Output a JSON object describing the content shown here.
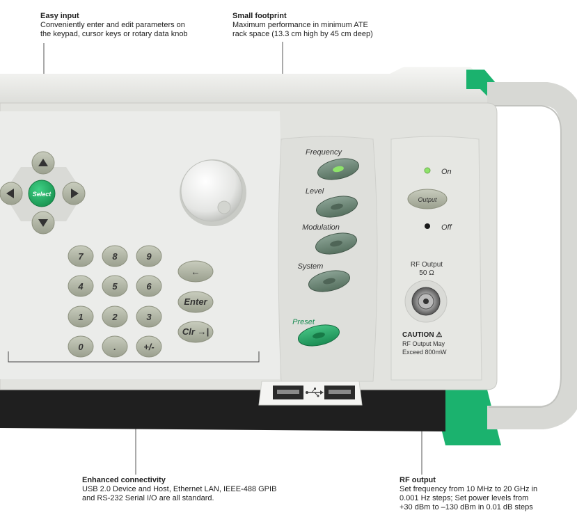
{
  "callouts": {
    "easy_input": {
      "title": "Easy input",
      "desc_1": "Conveniently enter and edit parameters on",
      "desc_2": "the keypad, cursor keys or rotary data knob"
    },
    "small_footprint": {
      "title": "Small footprint",
      "desc_1": "Maximum performance in minimum ATE",
      "desc_2": "rack space (13.3 cm high by 45 cm deep)"
    },
    "enhanced_connectivity": {
      "title": "Enhanced connectivity",
      "desc_1": "USB 2.0 Device and Host, Ethernet LAN, IEEE-488 GPIB",
      "desc_2": "and RS-232 Serial I/O are all standard."
    },
    "rf_output": {
      "title": "RF output",
      "desc_1": "Set frequency from 10 MHz to 20 GHz in",
      "desc_2": "0.001 Hz steps; Set power levels from",
      "desc_3": "+30 dBm to –130 dBm in 0.01 dB steps"
    }
  },
  "panel": {
    "select_label": "Select",
    "keypad": [
      "7",
      "8",
      "9",
      "4",
      "5",
      "6",
      "1",
      "2",
      "3",
      "0",
      ".",
      "+/-"
    ],
    "side_keys": {
      "back": "←",
      "enter": "Enter",
      "clr": "Clr →|"
    },
    "menu": {
      "frequency": "Frequency",
      "level": "Level",
      "modulation": "Modulation",
      "system": "System",
      "preset": "Preset"
    },
    "output": {
      "on": "On",
      "button": "Output",
      "off": "Off",
      "rf_output_1": "RF Output",
      "rf_output_2": "50 Ω",
      "caution": "CAUTION ⚠",
      "caution_1": "RF Output May",
      "caution_2": "Exceed 800mW"
    }
  },
  "colors": {
    "panel": "#e2e3df",
    "key": "#aeb3a2",
    "menu_key": "#6f8a7d",
    "preset_key": "#2aa56a",
    "bracket": "#1bb26e",
    "led_on": "#8ee36a"
  }
}
